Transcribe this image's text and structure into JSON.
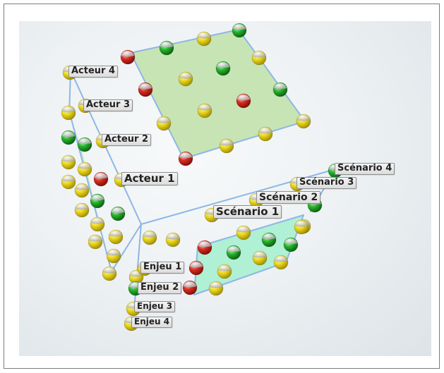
{
  "actors": [
    "Acteur 4",
    "Acteur 3",
    "Acteur 2",
    "Acteur 1"
  ],
  "scenarios": [
    "Scénario 4",
    "Scénario 3",
    "Scénario 2",
    "Scénario 1"
  ],
  "issues": [
    "Enjeu 1",
    "Enjeu 2",
    "Enjeu 3",
    "Enjeu 4"
  ],
  "colors": {
    "top_face": "#bfe0a8",
    "left_face": "#bfe8c4",
    "bottom_face": "#a8f0d2",
    "edge": "#8fb6e6",
    "sphere_yellow": "#e8d21a",
    "sphere_green": "#22b02a",
    "sphere_red": "#d42a20",
    "sphere_cap": "#bdbdbd"
  }
}
